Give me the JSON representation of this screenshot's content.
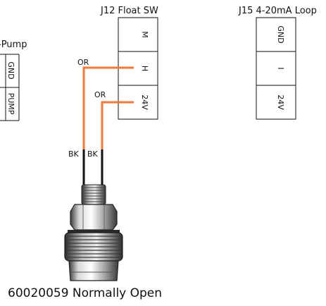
{
  "connectors": {
    "pump": {
      "header": "-Pump",
      "pins": [
        "GND",
        "PUMP"
      ]
    },
    "j12": {
      "header": "J12 Float SW",
      "pins": [
        "M",
        "H",
        "24V"
      ]
    },
    "j15": {
      "header": "J15 4-20mA Loop",
      "pins": [
        "GND",
        "I",
        "24V"
      ]
    }
  },
  "wires": {
    "left": {
      "upper_label": "OR",
      "lower_label": "BK"
    },
    "right": {
      "upper_label": "OR",
      "lower_label": "BK"
    },
    "colors": {
      "upper": "#f07a3a",
      "lower": "#111111"
    }
  },
  "sensor": {
    "caption": "60020059 Normally Open"
  }
}
